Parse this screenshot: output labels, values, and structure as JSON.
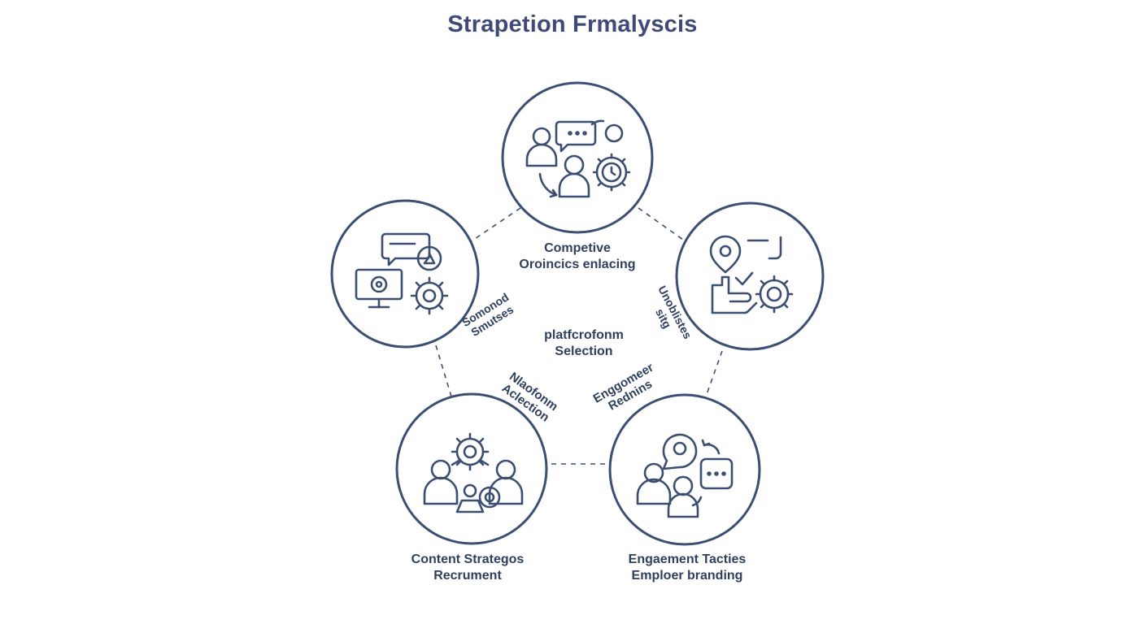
{
  "title": "Strapetion Frmalyscis",
  "labels": {
    "top_center_1": "Competive",
    "top_center_2": "Oroincics enlacing",
    "left_side_1": "Somonod",
    "left_side_2": "Smutses",
    "right_side_1": "Unoblistes",
    "right_side_2": "sitg",
    "center_1": "platfcrofonm",
    "center_2": "Selection",
    "lower_left_1": "Nlaofonm",
    "lower_left_2": "Aclection",
    "lower_right_1": "Enggomeer",
    "lower_right_2": "Rednins",
    "bottom_left_1": "Content Strategos",
    "bottom_left_2": "Recrument",
    "bottom_right_1": "Engaement Tacties",
    "bottom_right_2": "Emploer branding"
  },
  "icons": {
    "top": "team-collaboration-icon",
    "left": "computer-chat-settings-icon",
    "right": "location-hand-gear-icon",
    "bottom_left": "team-hierarchy-gear-icon",
    "bottom_right": "people-chat-calendar-icon"
  },
  "colors": {
    "title": "#3f4a78",
    "stroke": "#3b4f73",
    "text": "#2f3f5e"
  }
}
